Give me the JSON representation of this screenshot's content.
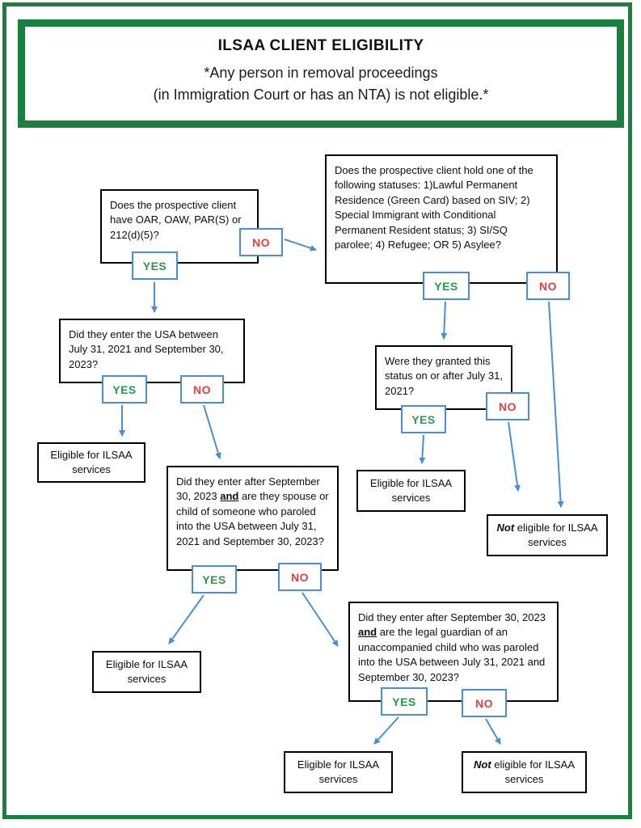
{
  "colors": {
    "green": "#1a8040",
    "arrow_blue": "#4a8fd3",
    "yes_green": "#2a9a4f",
    "no_red": "#e43d3d",
    "choice_border": "#4a8fd3",
    "box_border": "#000000"
  },
  "header": {
    "title": "ILSAA CLIENT ELIGIBILITY",
    "subtitle_line1": "*Any person in removal proceedings",
    "subtitle_line2": "(in Immigration Court or has an NTA) is not eligible.*"
  },
  "labels": {
    "yes": "YES",
    "no": "NO"
  },
  "nodes": {
    "q_parole": "Does the prospective client have OAR, OAW, PAR(S) or 212(d)(5)?",
    "q_status": "Does the prospective client hold one of the following statuses: 1)Lawful Permanent Residence (Green Card) based on SIV; 2) Special Immigrant with Conditional Permanent Resident status; 3) SI/SQ parolee; 4) Refugee; OR 5) Asylee?",
    "q_entry_window": "Did they enter the USA between July 31, 2021 and September 30, 2023?",
    "q_status_date": "Were they granted this status on or after July 31, 2021?",
    "q_spouse_child": {
      "pre": "Did they enter after September 30, 2023 ",
      "em": "and",
      "post": " are they spouse or child of someone who paroled into the USA between July 31, 2021 and September 30, 2023?"
    },
    "q_guardian": {
      "pre": "Did they enter after September 30, 2023 ",
      "em": "and",
      "post": " are the legal guardian of an unaccompanied child who was paroled into the USA between July 31, 2021 and September 30, 2023?"
    }
  },
  "outcomes": {
    "eligible": "Eligible for ILSAA services",
    "not_eligible_em": "Not",
    "not_eligible_rest": " eligible for ILSAA services"
  }
}
